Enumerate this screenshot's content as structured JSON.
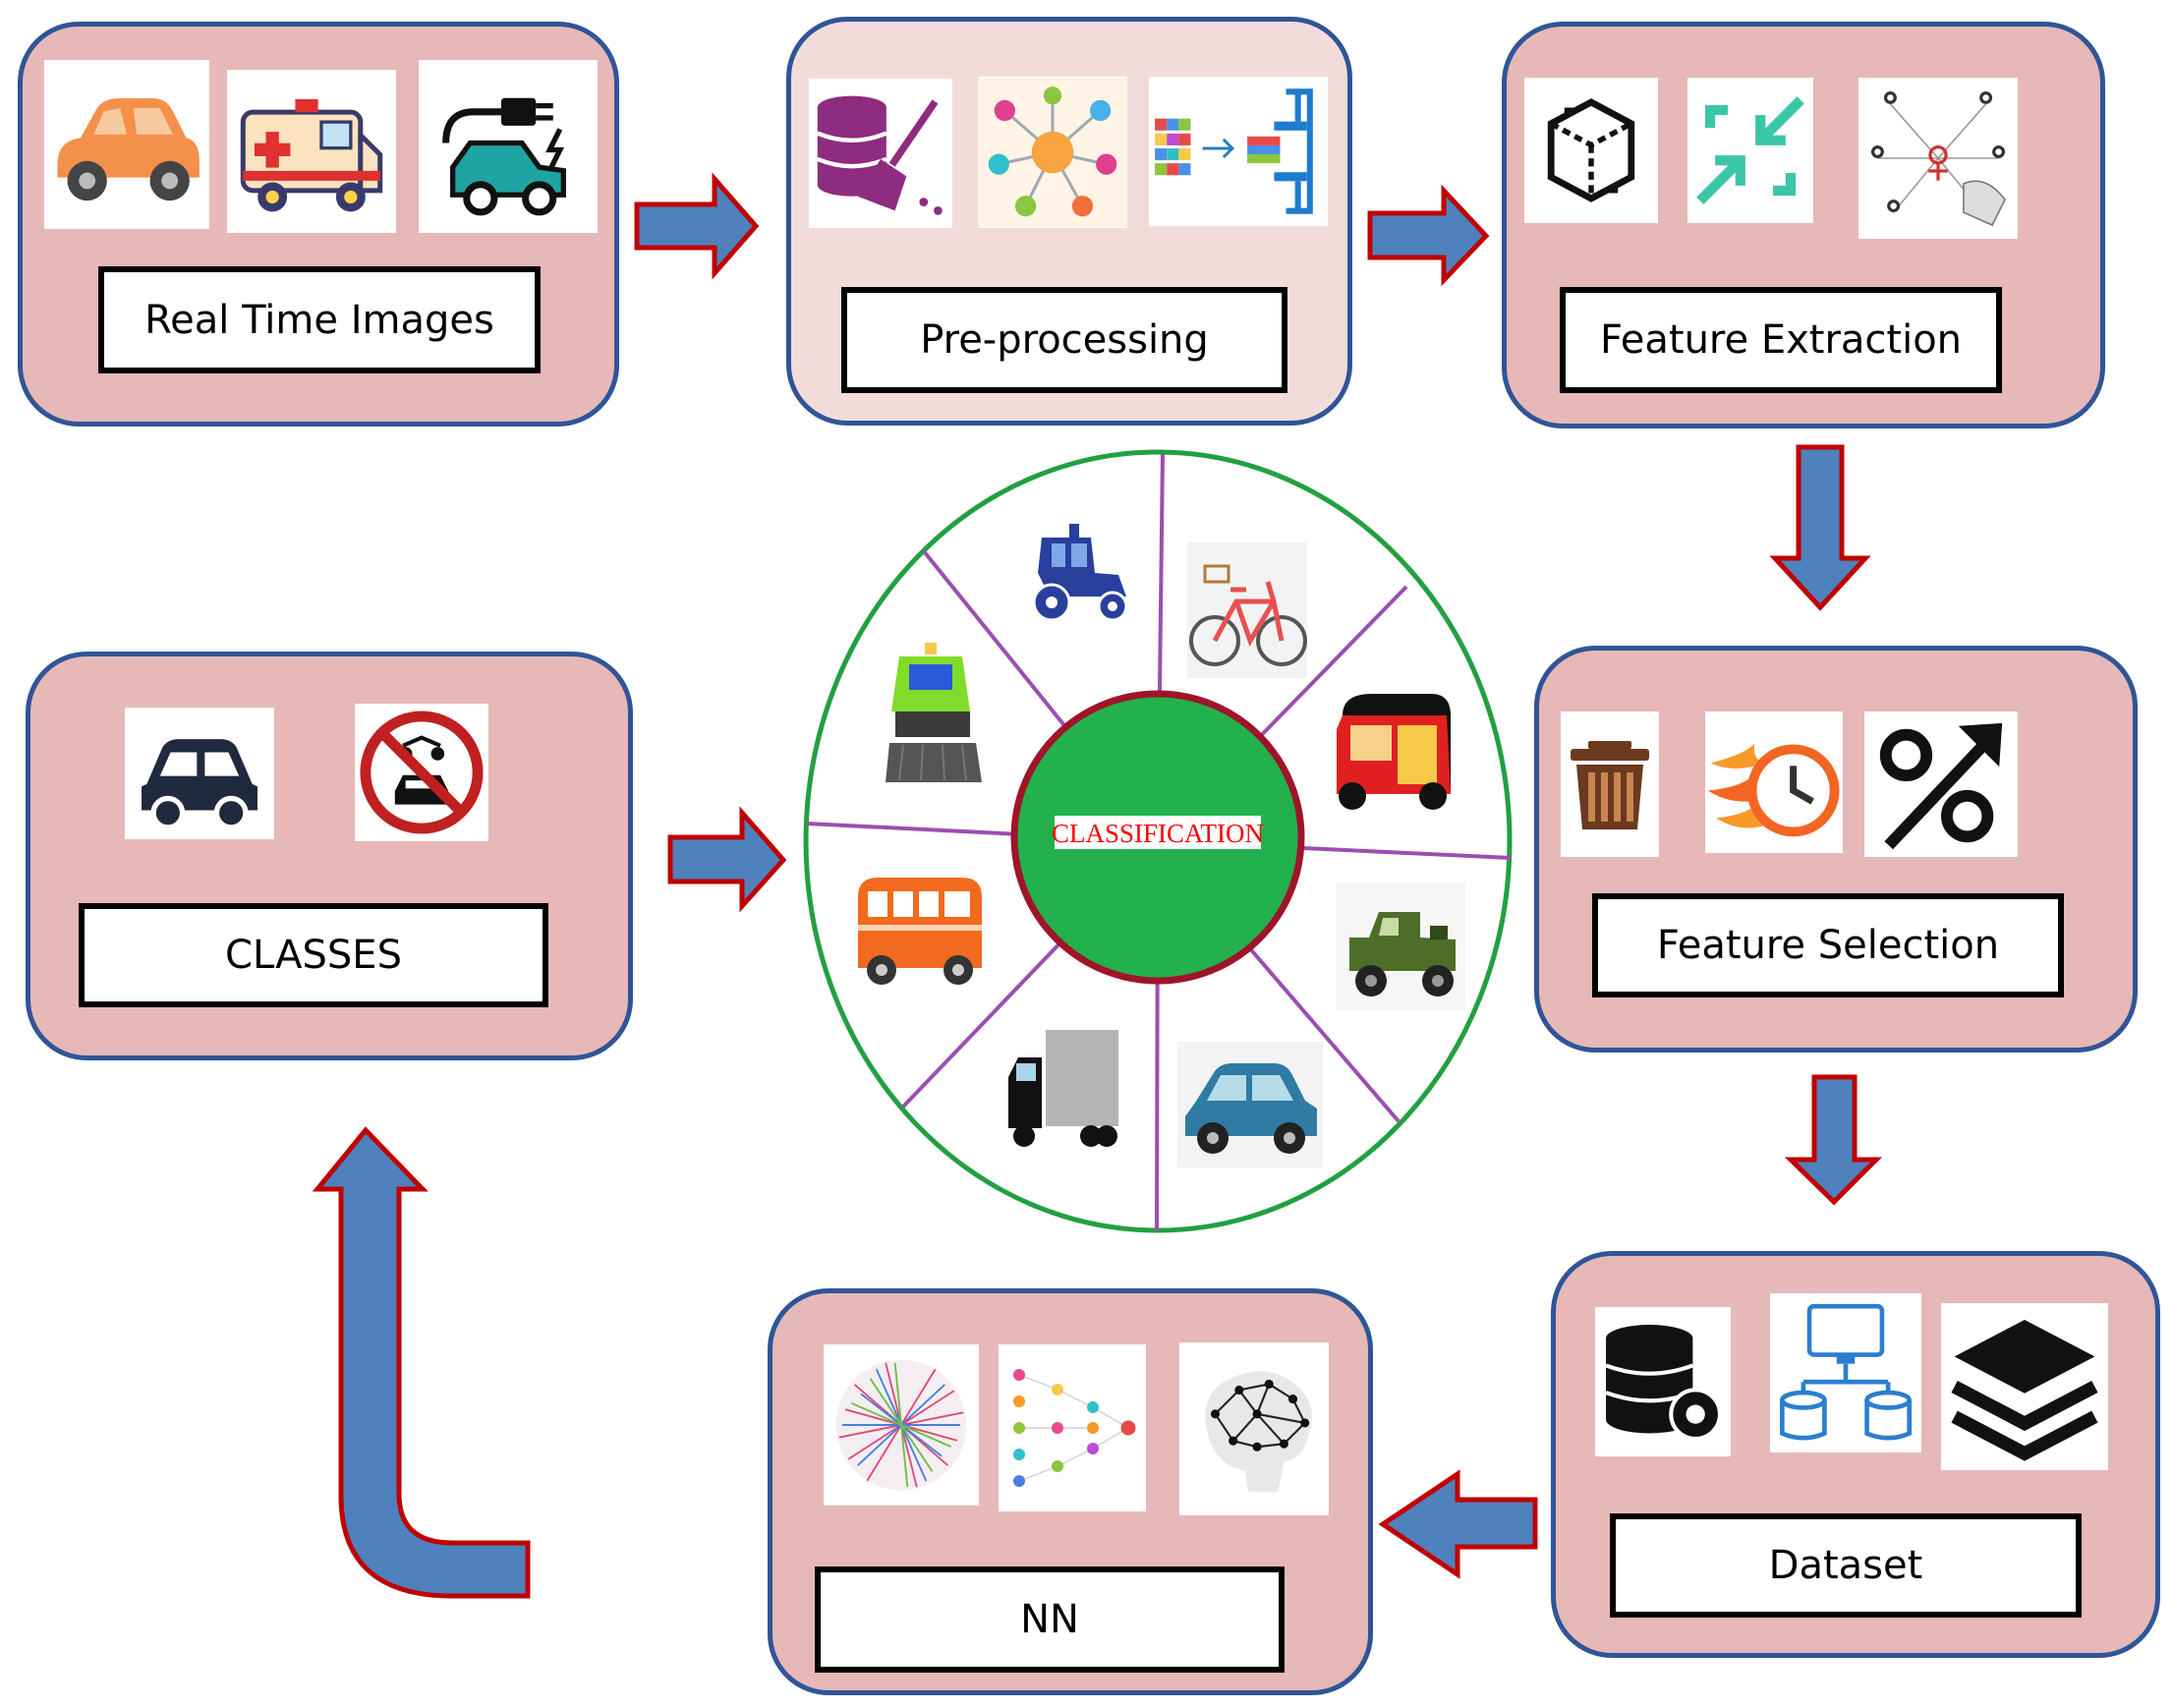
{
  "stages": {
    "real_time_images": {
      "label": "Real Time Images",
      "icons": [
        "car-icon",
        "ambulance-icon",
        "electric-car-icon"
      ]
    },
    "preprocessing": {
      "label": "Pre-processing",
      "icons": [
        "data-cleaning-icon",
        "data-network-icon",
        "data-compression-icon"
      ]
    },
    "feature_extraction": {
      "label": "Feature Extraction",
      "icons": [
        "cube-icon",
        "compress-arrows-icon",
        "network-people-icon"
      ]
    },
    "feature_selection": {
      "label": "Feature Selection",
      "icons": [
        "trash-bin-icon",
        "fast-clock-icon",
        "percent-up-icon"
      ]
    },
    "dataset": {
      "label": "Dataset",
      "icons": [
        "database-gear-icon",
        "computer-database-icon",
        "layers-icon"
      ]
    },
    "nn": {
      "label": "NN",
      "icons": [
        "neural-mesh-icon",
        "neural-layers-icon",
        "brain-network-icon"
      ]
    },
    "classes": {
      "label": "CLASSES",
      "icons": [
        "car-silhouette-icon",
        "no-vehicles-sign-icon"
      ]
    }
  },
  "classification": {
    "label": "CLASSIFICATION",
    "vehicles": [
      "tractor-icon",
      "bicycle-icon",
      "auto-rickshaw-icon",
      "jeep-icon",
      "car-icon",
      "truck-icon",
      "bus-icon",
      "bulldozer-icon"
    ]
  },
  "colors": {
    "stage_fill": "#e6b8b7",
    "stage_fill_light": "#f2dcdb",
    "stage_border": "#2f5597",
    "arrow_fill": "#4f81bd",
    "arrow_border": "#c00000",
    "wheel_ring": "#22a040",
    "wheel_spoke": "#9b4fb0",
    "hub_fill": "#22b14c",
    "hub_border": "#a0142a",
    "hub_text": "#ff0000"
  }
}
